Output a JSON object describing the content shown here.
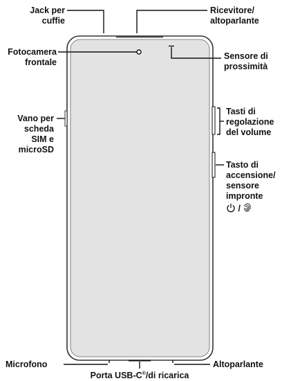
{
  "labels": {
    "headphone_jack": [
      "Jack per",
      "cuffie"
    ],
    "receiver_speaker": [
      "Ricevitore/",
      "altoparlante"
    ],
    "front_camera": [
      "Fotocamera",
      "frontale"
    ],
    "proximity_sensor": [
      "Sensore di",
      "prossimità"
    ],
    "sim_tray": [
      "Vano per",
      "scheda",
      "SIM e",
      "microSD"
    ],
    "volume_keys": [
      "Tasti di",
      "regolazione",
      "del volume"
    ],
    "power_key": [
      "Tasto di",
      "accensione/",
      "sensore",
      "impronte"
    ],
    "power_key_icons": "⏻ / ☝",
    "microphone": "Microfono",
    "loudspeaker": "Altoparlante",
    "usb_port": [
      "Porta USB-C",
      "®",
      "/di ricarica"
    ]
  },
  "colors": {
    "phone_body": "#ffffff",
    "phone_outline": "#333333",
    "screen": "#e3e3e3",
    "line": "#111111"
  },
  "icons": [
    "power-icon",
    "fingerprint-icon"
  ]
}
